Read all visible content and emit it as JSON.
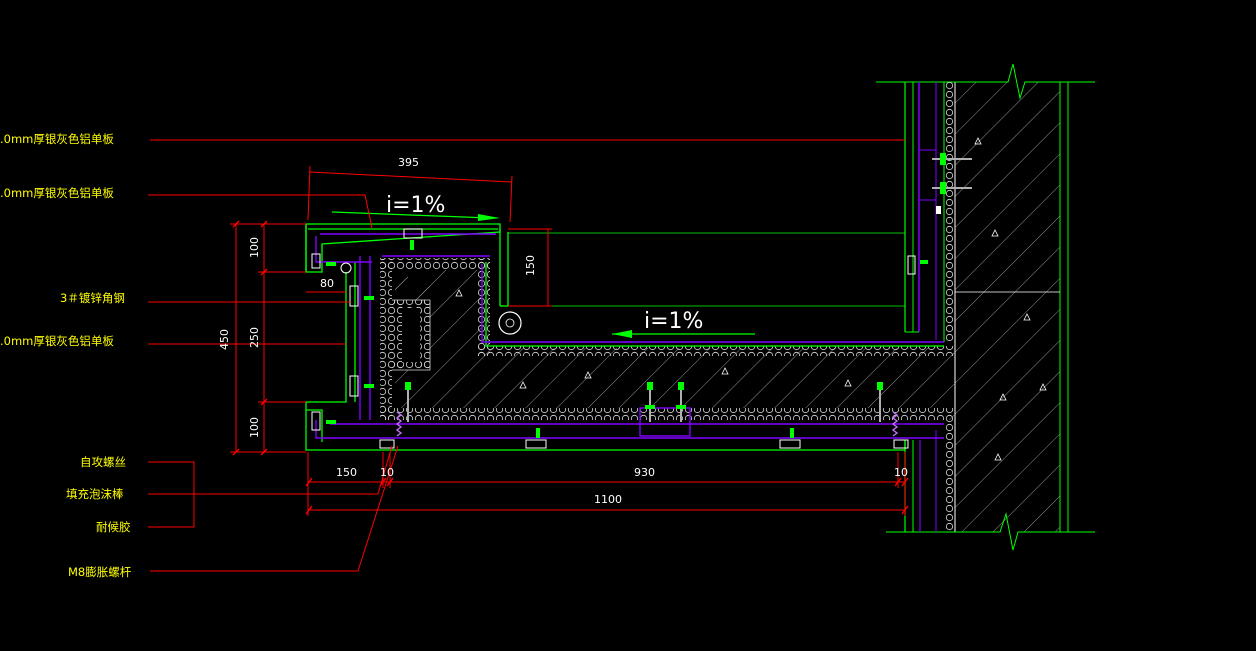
{
  "labels": {
    "panel_1": ".0mm厚银灰色铝单板",
    "panel_2": ".0mm厚银灰色铝单板",
    "angle_steel": "3＃镀锌角钢",
    "panel_3": ".0mm厚银灰色铝单板",
    "screw": "自攻螺丝",
    "foam": "填充泡沫棒",
    "sealant": "耐候胶",
    "anchor_bolt": "M8膨胀螺杆"
  },
  "dims": {
    "top_width": "395",
    "slope_1": "i=1%",
    "height_150": "150",
    "slope_2": "i=1%",
    "d_100_top": "100",
    "d_80": "80",
    "d_450": "450",
    "d_250": "250",
    "d_100_bottom": "100",
    "d_150": "150",
    "d_10_left": "10",
    "d_930": "930",
    "d_10_right": "10",
    "d_1100": "1100"
  },
  "colors": {
    "background": "#000000",
    "label_text": "#ffff00",
    "leader": "#ff0000",
    "outline": "#00ff00",
    "layer": "#8000ff",
    "insulation": "#d0d0d0",
    "hatch": "#b0b0b0",
    "dim_text": "#ffffff",
    "arrow": "#00ff00"
  }
}
